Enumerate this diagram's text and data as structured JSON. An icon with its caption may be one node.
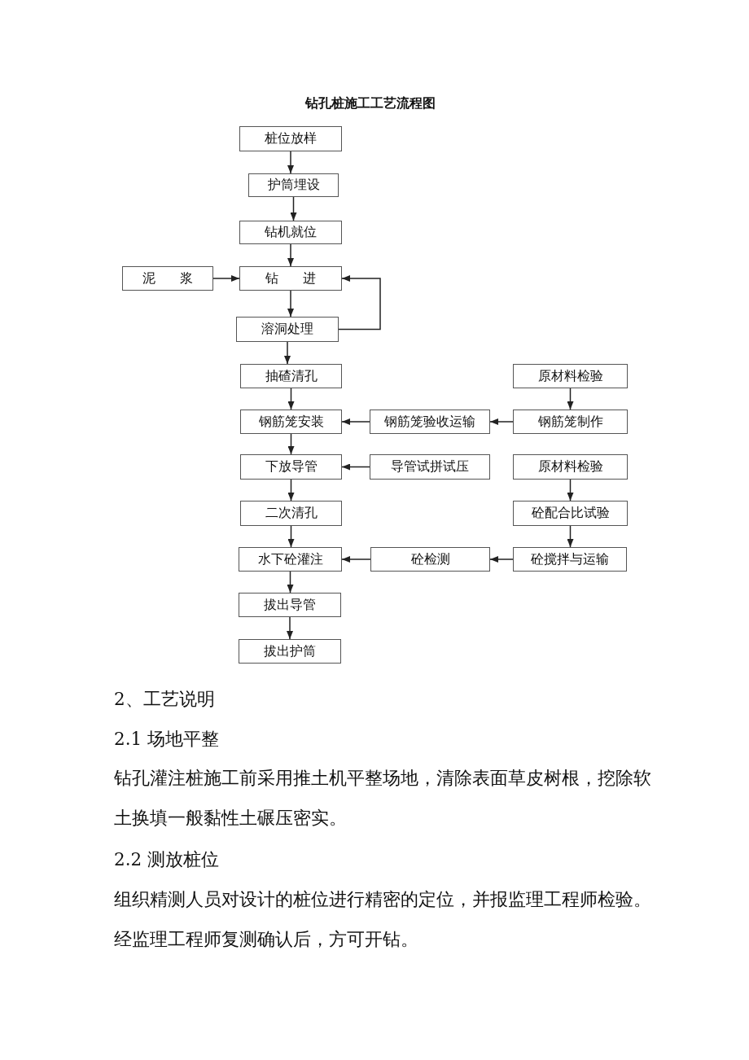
{
  "diagram": {
    "title": "钻孔桩施工工艺流程图",
    "nodes": [
      {
        "text": [
          "桩位放样"
        ]
      },
      {
        "text": [
          "护筒埋设"
        ]
      },
      {
        "text": [
          "钻机就位"
        ]
      },
      {
        "text": [
          "泥 浆"
        ]
      },
      {
        "text": [
          "钻 进"
        ]
      },
      {
        "text": [
          "溶洞处理"
        ]
      },
      {
        "text": [
          "抽碴清孔"
        ]
      },
      {
        "text": [
          "原材料检验"
        ]
      },
      {
        "text": [
          "钢筋笼安装"
        ]
      },
      {
        "text": [
          "钢筋笼验收运输"
        ]
      },
      {
        "text": [
          "钢筋笼制作"
        ]
      },
      {
        "text": [
          "下放导管"
        ]
      },
      {
        "text": [
          "导管试拼试压"
        ]
      },
      {
        "text": [
          "原材料检验"
        ]
      },
      {
        "text": [
          "二次清孔"
        ]
      },
      {
        "text": [
          "砼配合比试验"
        ]
      },
      {
        "text": [
          "水下砼灌注"
        ]
      },
      {
        "text": [
          "砼检测"
        ]
      },
      {
        "text": [
          "砼搅拌与运输"
        ]
      },
      {
        "text": [
          "拔出导管"
        ]
      },
      {
        "text": [
          "拔出护筒"
        ]
      }
    ],
    "edges": [
      {
        "from": 0,
        "to": 1,
        "arrow": "to"
      },
      {
        "from": 1,
        "to": 2,
        "arrow": "to"
      },
      {
        "from": 2,
        "to": 4,
        "arrow": "to"
      },
      {
        "from": 3,
        "to": 4,
        "arrow": "to"
      },
      {
        "from": 4,
        "to": 5,
        "arrow": "to"
      },
      {
        "from": 5,
        "to": 4,
        "arrow": "to"
      },
      {
        "from": 5,
        "to": 6,
        "arrow": "to"
      },
      {
        "from": 6,
        "to": 8,
        "arrow": "to"
      },
      {
        "from": 7,
        "to": 10,
        "arrow": "to"
      },
      {
        "from": 10,
        "to": 9,
        "arrow": "to"
      },
      {
        "from": 9,
        "to": 8,
        "arrow": "to"
      },
      {
        "from": 8,
        "to": 11,
        "arrow": "to"
      },
      {
        "from": 12,
        "to": 11,
        "arrow": "to"
      },
      {
        "from": 11,
        "to": 14,
        "arrow": "to"
      },
      {
        "from": 13,
        "to": 15,
        "arrow": "to"
      },
      {
        "from": 15,
        "to": 18,
        "arrow": "to"
      },
      {
        "from": 18,
        "to": 17,
        "arrow": "to"
      },
      {
        "from": 17,
        "to": 16,
        "arrow": "to"
      },
      {
        "from": 14,
        "to": 16,
        "arrow": "to"
      },
      {
        "from": 16,
        "to": 19,
        "arrow": "to"
      },
      {
        "from": 19,
        "to": 20,
        "arrow": "to"
      }
    ],
    "labels": [
      "2、工艺说明",
      "2.1 场地平整",
      "钻孔灌注桩施工前采用推土机平整场地，清除表面草皮树根，挖除软土换填一般黏性土碾压密实。",
      "2.2 测放桩位",
      "组织精测人员对设计的桩位进行精密的定位，并报监理工程师检验。经监理工程师复测确认后，方可开钻。"
    ]
  }
}
